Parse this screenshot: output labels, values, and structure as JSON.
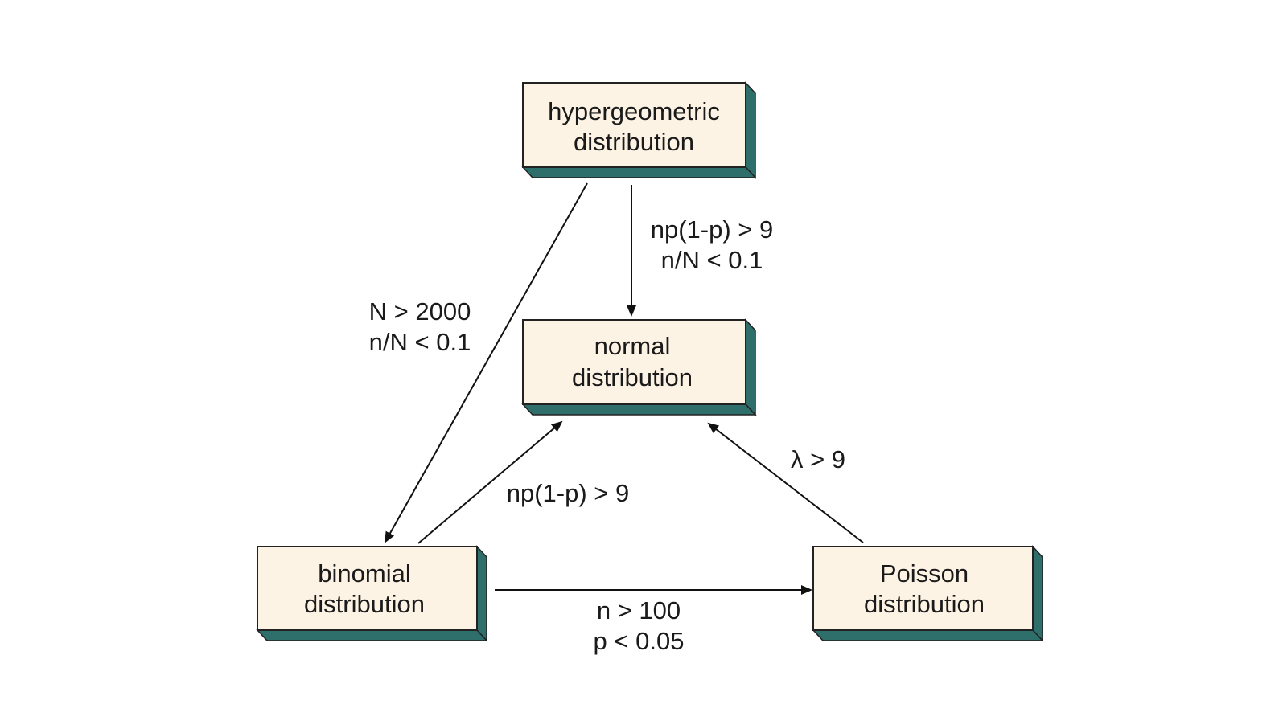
{
  "colors": {
    "box_face": "#fdf3e4",
    "box_shadow": "#2e6f6b",
    "line": "#111111"
  },
  "nodes": {
    "hypergeometric": {
      "line1": "hypergeometric",
      "line2": "distribution"
    },
    "normal": {
      "line1": "normal",
      "line2": "distribution"
    },
    "binomial": {
      "line1": "binomial",
      "line2": "distribution"
    },
    "poisson": {
      "line1": "Poisson",
      "line2": "distribution"
    }
  },
  "edges": {
    "hyper_to_normal": {
      "line1": "np(1-p) > 9",
      "line2": "n/N < 0.1"
    },
    "hyper_to_binomial": {
      "line1": "N > 2000",
      "line2": "n/N < 0.1"
    },
    "binomial_to_normal": {
      "line1": "np(1-p) > 9"
    },
    "poisson_to_normal": {
      "line1": "λ > 9"
    },
    "binomial_to_poisson": {
      "line1": "n > 100",
      "line2": "p < 0.05"
    }
  }
}
